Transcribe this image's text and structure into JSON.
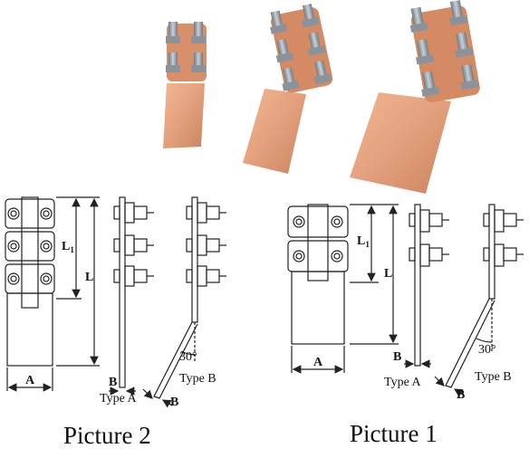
{
  "captions": {
    "picture_2": "Picture 2",
    "picture_1": "Picture 1"
  },
  "dimension_labels": {
    "A": "A",
    "B": "B",
    "L": "L",
    "L1": "L",
    "L1_sub": "1",
    "angle": "30°"
  },
  "type_labels": {
    "type_a": "Type A",
    "type_b": "Type B"
  },
  "colors": {
    "copper": "#e8a37d",
    "copper_dark": "#c97a55",
    "bolt": "#9aa3ad",
    "line": "#222222"
  }
}
